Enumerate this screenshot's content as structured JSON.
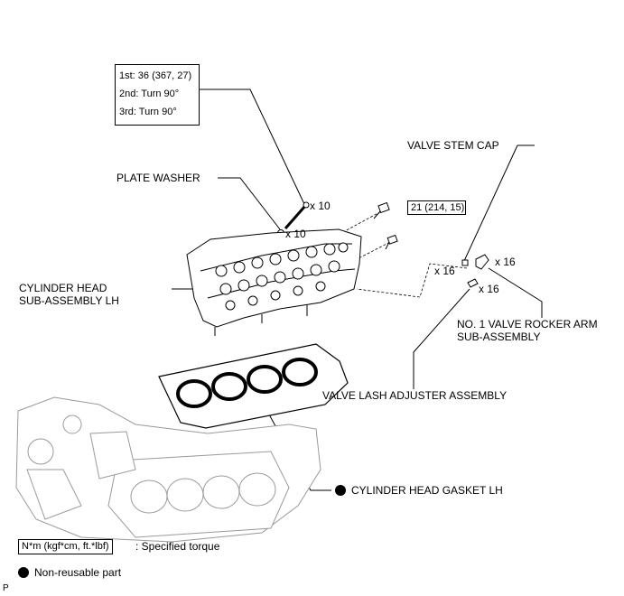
{
  "torque_main": {
    "line1": "1st: 36 (367, 27)",
    "line2": "2nd: Turn 90°",
    "line3": "3rd: Turn 90°"
  },
  "torque_small": "21 (214, 15)",
  "labels": {
    "plate_washer": "PLATE WASHER",
    "valve_stem_cap": "VALVE STEM CAP",
    "cyl_head_1": "CYLINDER HEAD",
    "cyl_head_2": "SUB-ASSEMBLY LH",
    "rocker_1": "NO. 1 VALVE ROCKER ARM",
    "rocker_2": "SUB-ASSEMBLY",
    "lash_adjuster": "VALVE LASH ADJUSTER ASSEMBLY",
    "gasket": "CYLINDER HEAD GASKET LH"
  },
  "quantities": {
    "bolt": "x 10",
    "washer": "x 10",
    "stem_cap": "x 16",
    "rocker": "x 16",
    "adjuster": "x 16"
  },
  "legend": {
    "torque_unit": "N*m (kgf*cm, ft.*lbf)",
    "torque_desc": ": Specified torque",
    "nonreusable": "Non-reusable part"
  },
  "corner_mark": "P"
}
